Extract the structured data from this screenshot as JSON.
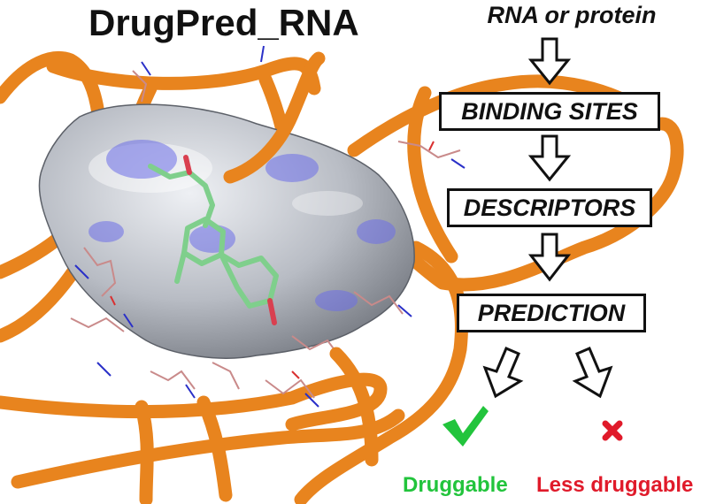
{
  "title": "DrugPred_RNA",
  "workflow": {
    "input": "RNA or protein",
    "steps": [
      "BINDING SITES",
      "DESCRIPTORS",
      "PREDICTION"
    ]
  },
  "outcomes": {
    "positive": {
      "label": "Druggable",
      "icon": "check-icon",
      "color": "#22c43c"
    },
    "negative": {
      "label": "Less druggable",
      "icon": "cross-icon",
      "color": "#e01a2a"
    }
  },
  "colors": {
    "rna_backbone": "#e8841e",
    "pocket_surface": "#b5b8bf",
    "ligand": "#7fcf8c"
  }
}
